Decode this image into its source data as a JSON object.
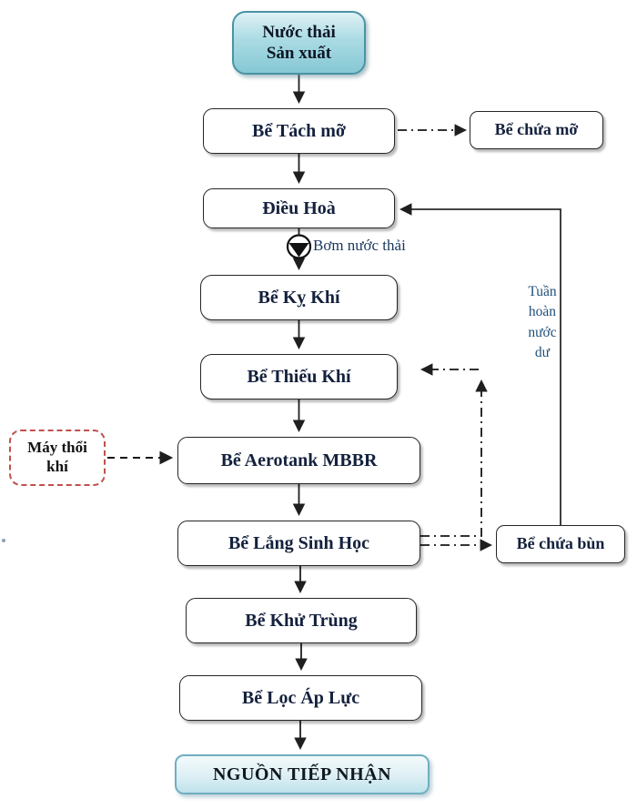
{
  "nodes": {
    "source": {
      "label": "Nước thải\nSản xuất"
    },
    "tach_mo": {
      "label": "Bể Tách mỡ"
    },
    "chua_mo": {
      "label": "Bể chứa mỡ"
    },
    "dieu_hoa": {
      "label": "Điều Hoà"
    },
    "ky_khi": {
      "label": "Bể Kỵ Khí"
    },
    "thieu_khi": {
      "label": "Bể Thiếu Khí"
    },
    "may_thoi_khi": {
      "label": "Máy thổi\nkhí"
    },
    "aerotank": {
      "label": "Bể Aerotank MBBR"
    },
    "lang_sinh_hoc": {
      "label": "Bể Lắng Sinh Học"
    },
    "chua_bun": {
      "label": "Bể chứa bùn"
    },
    "khu_trung": {
      "label": "Bể Khử Trùng"
    },
    "loc_ap_luc": {
      "label": "Bể Lọc Áp Lực"
    },
    "nguon_tiep_nhan": {
      "label": "NGUỒN TIẾP NHẬN"
    }
  },
  "annotations": {
    "pump": {
      "label": "Bơm nước thải"
    },
    "recirculation": {
      "label": "Tuần\nhoàn\nnước\ndư"
    }
  },
  "colors": {
    "source_border": "#4a93a4",
    "source_fill_top": "#dff1f5",
    "source_fill_bottom": "#86c8d4",
    "receiver_border": "#6fafc0",
    "receiver_fill_bottom": "#bfe2ec",
    "box_border": "#262626",
    "box_text": "#14213d",
    "blower_border": "#c0504d",
    "annotation_blue": "#1f4e79",
    "pump_label_blue": "#17375d",
    "line_color": "#1f1f1f"
  }
}
